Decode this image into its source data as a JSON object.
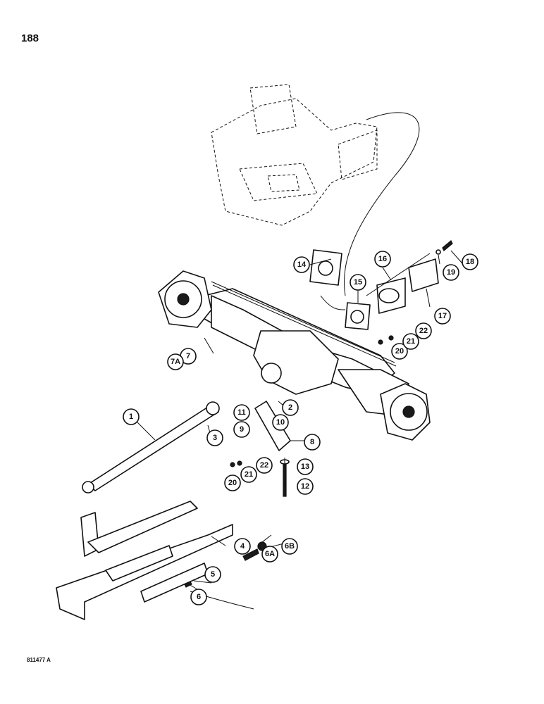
{
  "page_number": "188",
  "figure_code": "811477 A",
  "callouts": {
    "c1": "1",
    "c2": "2",
    "c3": "3",
    "c4": "4",
    "c5": "5",
    "c6": "6",
    "c6a": "6A",
    "c6b": "6B",
    "c7": "7",
    "c7a": "7A",
    "c8": "8",
    "c9": "9",
    "c10": "10",
    "c11": "11",
    "c12": "12",
    "c13": "13",
    "c14": "14",
    "c15": "15",
    "c16": "16",
    "c17": "17",
    "c18": "18",
    "c19": "19",
    "c20a": "20",
    "c21a": "21",
    "c22a": "22",
    "c20b": "20",
    "c21b": "21",
    "c22b": "22"
  }
}
